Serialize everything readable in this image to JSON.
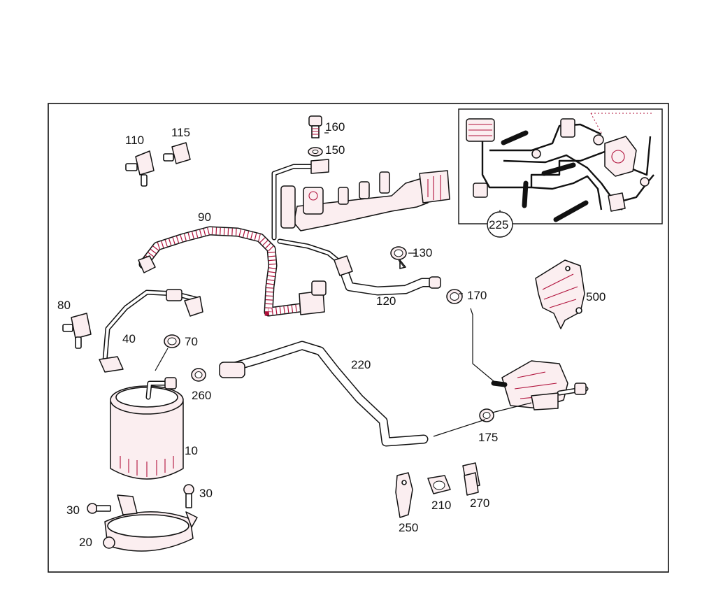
{
  "diagram": {
    "accent_color": "#b0103a",
    "line_color": "#111111",
    "parts": {
      "p10": "10",
      "p20": "20",
      "p30a": "30",
      "p30b": "30",
      "p40": "40",
      "p70": "70",
      "p80": "80",
      "p90": "90",
      "p110": "110",
      "p115": "115",
      "p120": "120",
      "p130": "130",
      "p150": "150",
      "p160": "160",
      "p170": "170",
      "p175": "175",
      "p210": "210",
      "p220": "220",
      "p225": "225",
      "p250": "250",
      "p260": "260",
      "p270": "270",
      "p500": "500"
    }
  }
}
